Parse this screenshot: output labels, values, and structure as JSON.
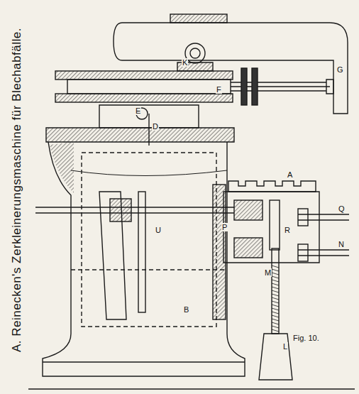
{
  "diagram": {
    "title": "A. Reinecken's Zerkleinerungsmaschine für Blechabfälle.",
    "labels": [
      "G",
      "K",
      "F",
      "E",
      "D",
      "A",
      "U",
      "P",
      "R",
      "Q",
      "B",
      "M",
      "N",
      "L",
      "Fig. 10."
    ]
  }
}
